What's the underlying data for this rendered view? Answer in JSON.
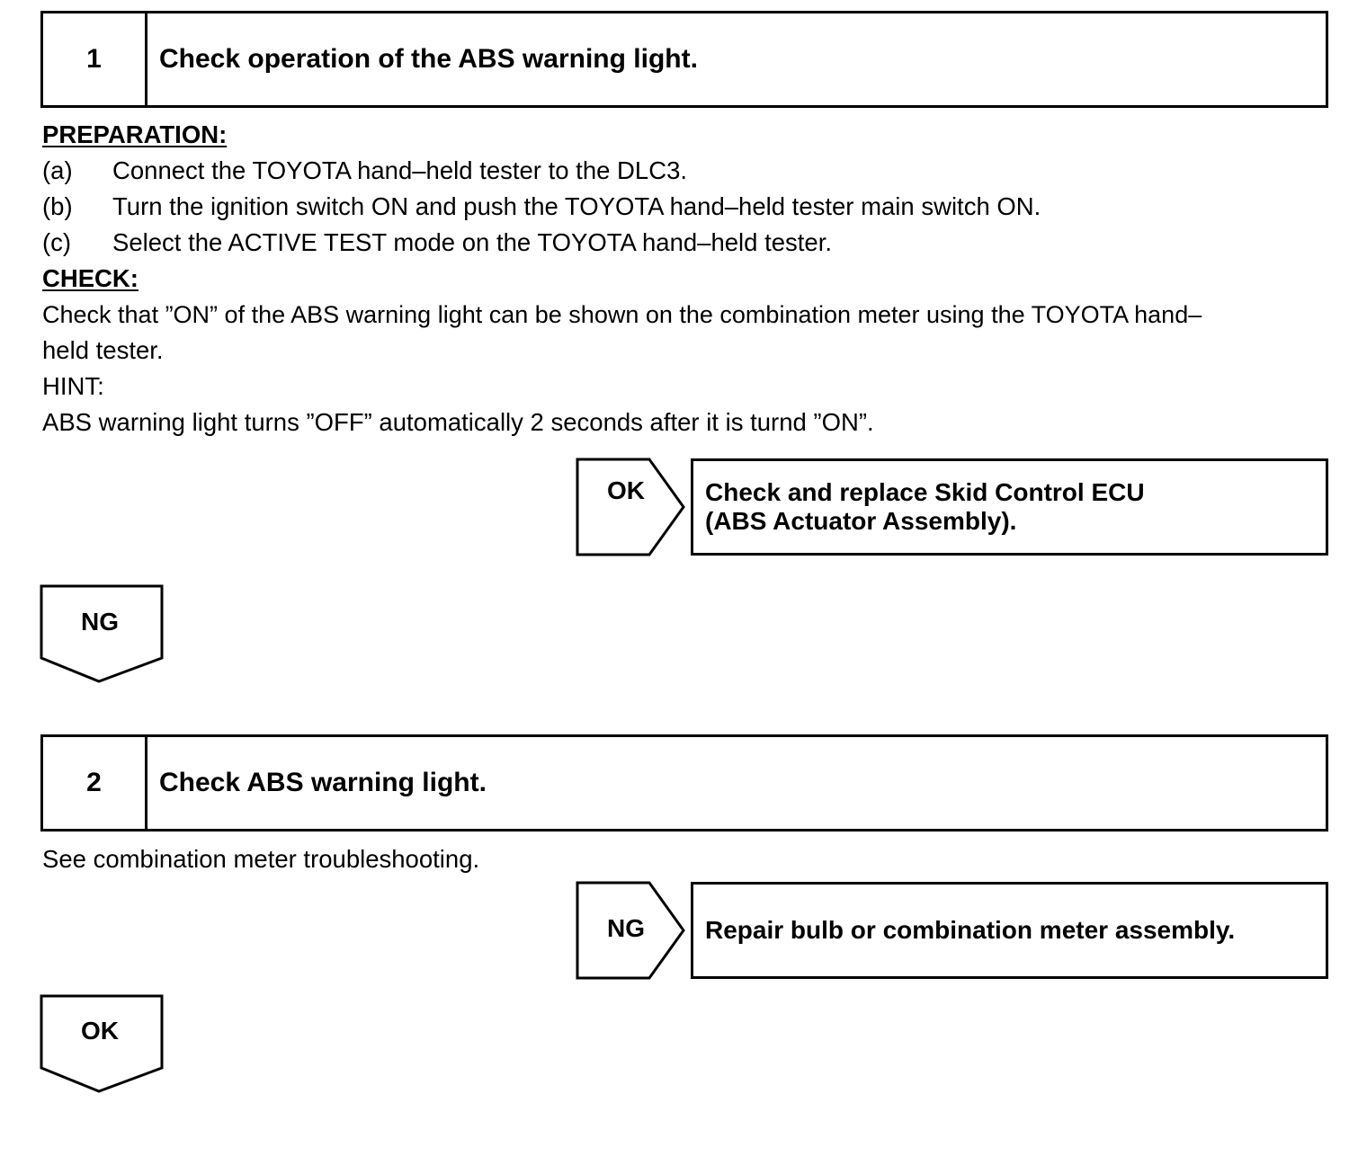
{
  "step1": {
    "number": "1",
    "title": "Check operation of the ABS warning light."
  },
  "preparation": {
    "heading": "PREPARATION:",
    "items": [
      {
        "letter": "(a)",
        "text": "Connect the TOYOTA hand–held tester to the DLC3."
      },
      {
        "letter": "(b)",
        "text": "Turn the ignition switch ON and push the TOYOTA hand–held tester main switch ON."
      },
      {
        "letter": "(c)",
        "text": "Select the ACTIVE TEST mode on the TOYOTA hand–held tester."
      }
    ]
  },
  "check": {
    "heading": "CHECK:",
    "line1": "Check that ”ON” of the ABS warning light can be shown on the combination meter using the TOYOTA hand–",
    "line2": "held tester.",
    "hint_label": "HINT:",
    "hint_text": "ABS warning light turns ”OFF” automatically 2 seconds after it is turnd ”ON”."
  },
  "result1": {
    "arrow_label": "OK",
    "line1": "Check and replace Skid Control ECU",
    "line2": "(ABS Actuator Assembly)."
  },
  "flow1": {
    "label": "NG"
  },
  "step2": {
    "number": "2",
    "title": "Check ABS warning light.",
    "note": "See combination meter troubleshooting."
  },
  "result2": {
    "arrow_label": "NG",
    "line1": "Repair bulb or combination meter assembly."
  },
  "flow2": {
    "label": "OK"
  }
}
